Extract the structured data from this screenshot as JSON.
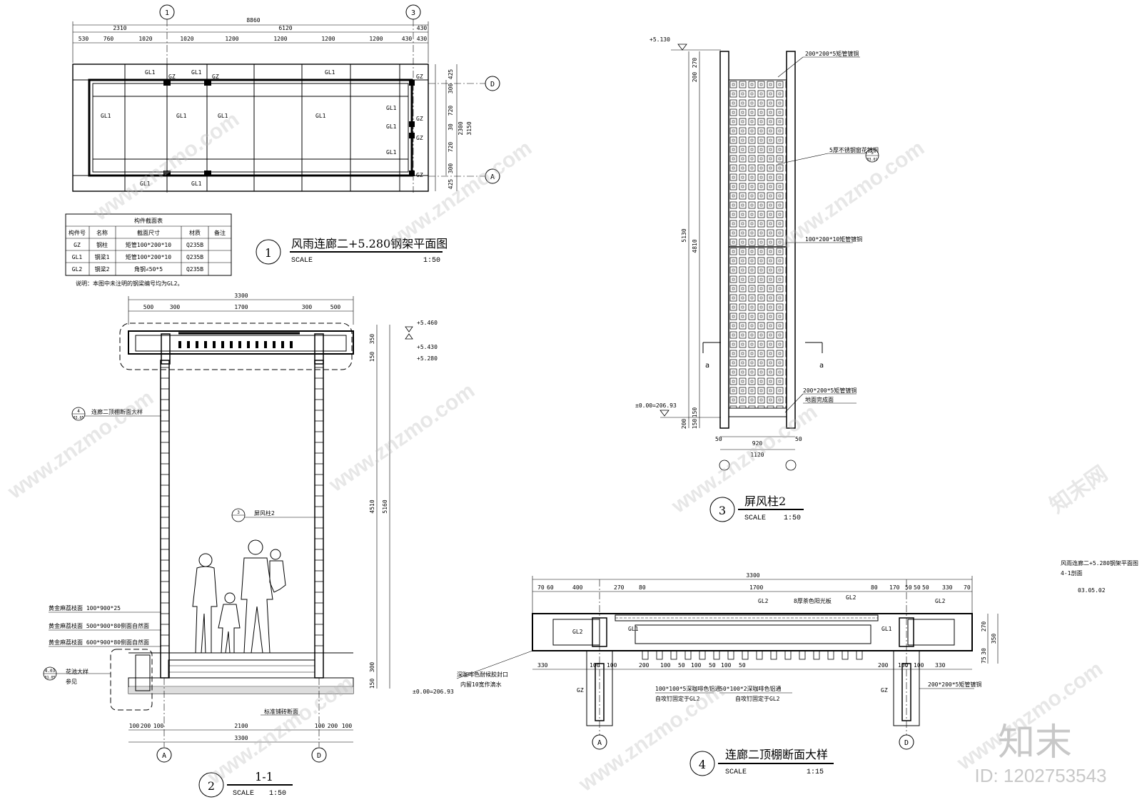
{
  "plan": {
    "top_dims": [
      "8860",
      "2310",
      "6120",
      "430"
    ],
    "sub_dims": [
      "530",
      "760",
      "1020",
      "1020",
      "1200",
      "1200",
      "1200",
      "1200",
      "430",
      "430"
    ],
    "right_dims": [
      "425",
      "300",
      "720",
      "30",
      "720",
      "300",
      "425",
      "2300",
      "3150"
    ],
    "labels": [
      "GL1",
      "GZ",
      "GL1",
      "GZ",
      "GL1",
      "GL1",
      "GL1",
      "GL1",
      "GL1",
      "GZ",
      "GL1",
      "GZ",
      "GL1",
      "GZ",
      "GL1",
      "GL1",
      "GL1",
      "GZ"
    ],
    "axes": [
      "1",
      "3",
      "D",
      "A"
    ],
    "table": {
      "title": "构件截面表",
      "headers": [
        "构件号",
        "名称",
        "截面尺寸",
        "材质",
        "备注"
      ],
      "rows": [
        [
          "GZ",
          "钢柱",
          "矩管100*200*10",
          "Q235B",
          ""
        ],
        [
          "GL1",
          "钢梁1",
          "矩管100*200*10",
          "Q235B",
          ""
        ],
        [
          "GL2",
          "钢梁2",
          "角钢∠50*5",
          "Q235B",
          ""
        ]
      ],
      "note": "说明：本图中未注明的钢梁编号均为GL2。"
    },
    "title": {
      "num": "1",
      "name": "风雨连廊二+5.280钢架平面图",
      "scale_label": "SCALE",
      "scale": "1:50"
    }
  },
  "section": {
    "top_dims": [
      "3300",
      "500",
      "300",
      "1700",
      "300",
      "500"
    ],
    "elevs": [
      "+5.460",
      "+5.430",
      "+5.280",
      "±0.00=206.93"
    ],
    "right_dims": [
      "350",
      "150",
      "4510",
      "5160",
      "300",
      "150"
    ],
    "callouts": [
      "连廊二顶棚断面大样",
      "屏风柱2",
      "黄金麻荔枝面 100*900*25",
      "黄金麻荔枝面 500*900*80侧面自然面",
      "黄金麻荔枝面 600*900*80侧面自然面",
      "花池大样",
      "参见",
      "标准铺砖断面"
    ],
    "callout_refs": [
      "4",
      "03.05",
      "3",
      "4.03",
      "01.05"
    ],
    "bottom_dims": [
      "100",
      "200",
      "100",
      "2100",
      "100",
      "200",
      "100",
      "3300"
    ],
    "axes": [
      "A",
      "D"
    ],
    "title": {
      "num": "2",
      "name": "1-1",
      "scale_label": "SCALE",
      "scale": "1:50"
    }
  },
  "screen": {
    "elevs": [
      "+5.130",
      "±0.00=206.93"
    ],
    "left_dims": [
      "270",
      "200",
      "5130",
      "4810",
      "150",
      "200",
      "150"
    ],
    "notes": [
      "200*200*5矩管镀铜",
      "5厚不锈钢窗花镀铜",
      "100*200*10矩管镀铜",
      "200*200*5矩管镀铜",
      "地面完成面"
    ],
    "section_marks": [
      "a",
      "a"
    ],
    "bottom_dims": [
      "50",
      "920",
      "50",
      "1120"
    ],
    "ref": [
      "5",
      "03.01"
    ],
    "title": {
      "num": "3",
      "name": "屏风柱2",
      "scale_label": "SCALE",
      "scale": "1:50"
    }
  },
  "detail": {
    "top_dims": [
      "3300",
      "70",
      "60",
      "400",
      "270",
      "80",
      "1700",
      "80",
      "170",
      "50",
      "50",
      "50",
      "330",
      "70"
    ],
    "labels": [
      "GL2",
      "GL2",
      "8厚茶色阳光板",
      "GL2",
      "GL2",
      "GL1",
      "GL1",
      "GZ",
      "GZ"
    ],
    "bottom_dims": [
      "330",
      "100",
      "100",
      "200",
      "100",
      "50",
      "100",
      "50",
      "100",
      "50",
      "200",
      "100",
      "100",
      "330"
    ],
    "notes": [
      "深咖啡色耐候胶封口",
      "内留10宽作滴水",
      "100*100*5深咖啡色铝通",
      "自攻钉固定于GL2",
      "50*100*2深咖啡色铝通",
      "自攻钉固定于GL2",
      "200*200*5矩管镀铜"
    ],
    "right_dims": [
      "270",
      "350",
      "30",
      "75"
    ],
    "axes": [
      "A",
      "D"
    ],
    "title": {
      "num": "4",
      "name": "连廊二顶棚断面大样",
      "scale_label": "SCALE",
      "scale": "1:15"
    }
  },
  "sheet_note": {
    "lines": [
      "风雨连廊二+5.280钢架平面图",
      "4-1剖面"
    ],
    "code": "03.05.02"
  },
  "watermark": {
    "site": "www.znzmo.com",
    "brand": "知末网",
    "logo": "知末",
    "id": "ID: 1202753543"
  }
}
